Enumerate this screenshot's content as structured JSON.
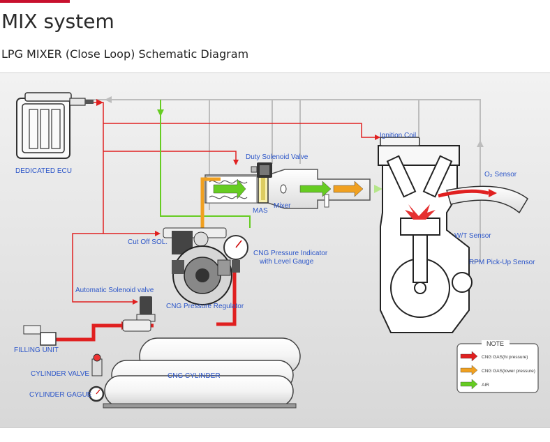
{
  "header": {
    "title": "MIX system",
    "subtitle": "LPG MIXER (Close Loop) Schematic Diagram"
  },
  "labels": {
    "ecu": "DEDICATED ECU",
    "ignition_coil": "Ignition Coil",
    "duty_solenoid": "Duty Solenoid Valve",
    "o2_sensor": "O₂ Sensor",
    "mixer": "Mixer",
    "mas": "MAS",
    "cut_off_sol": "Cut Off SOL.",
    "cng_pressure_indicator_1": "CNG Pressure Indicator",
    "cng_pressure_indicator_2": "with Level Gauge",
    "wt_sensor": "W/T Sensor",
    "rpm_sensor": "RPM Pick-Up Sensor",
    "auto_solenoid": "Automatic Solenoid valve",
    "cng_regulator": "CNG Pressure Regulator",
    "filling_unit": "FILLING UNIT",
    "cylinder_valve": "CYLINDER VALVE",
    "cng_cylinder": "CNG CYLINDER",
    "cylinder_gauge": "CYLINDER GAGUE"
  },
  "note": {
    "title": "NOTE",
    "items": [
      {
        "label": "CNG GAS(hi pressure)",
        "color": "#e02020"
      },
      {
        "label": "CNG GAS(lower pressure)",
        "color": "#f0a020"
      },
      {
        "label": "AIR",
        "color": "#66cc22"
      }
    ]
  },
  "colors": {
    "accent": "#c8102e",
    "high_pressure": "#e02020",
    "low_pressure": "#f0a020",
    "air": "#66cc22",
    "signal": "#bdbdbd",
    "label": "#2b55c8"
  }
}
